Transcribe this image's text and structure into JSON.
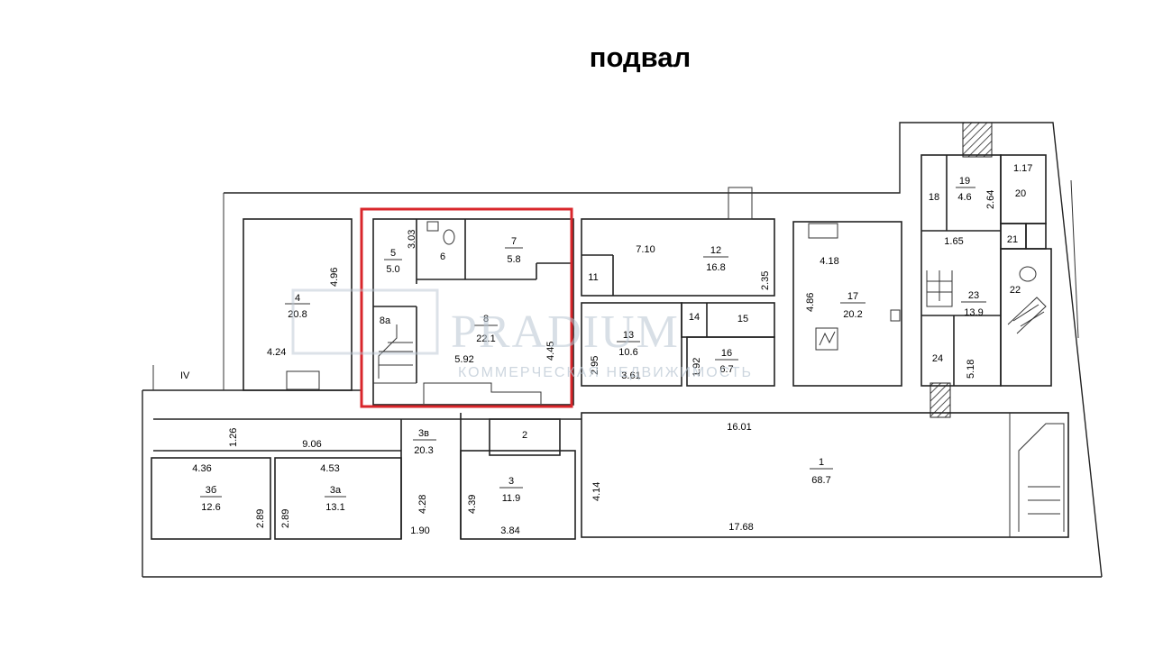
{
  "title": "подвал",
  "watermark": {
    "brand": "PRADIUM",
    "tagline": "КОММЕРЧЕСКАЯ НЕДВИЖИМОСТЬ"
  },
  "highlight_color": "#d9262b",
  "section_mark": "IV",
  "rooms": [
    {
      "id": "r5",
      "label": "5",
      "area": "5.0"
    },
    {
      "id": "r6",
      "label": "6",
      "area": ""
    },
    {
      "id": "r7",
      "label": "7",
      "area": "5.8"
    },
    {
      "id": "r8",
      "label": "8",
      "area": "22.1"
    },
    {
      "id": "r8a",
      "label": "8а",
      "area": ""
    },
    {
      "id": "r4",
      "label": "4",
      "area": "20.8"
    },
    {
      "id": "r11",
      "label": "11",
      "area": ""
    },
    {
      "id": "r12",
      "label": "12",
      "area": "16.8"
    },
    {
      "id": "r13",
      "label": "13",
      "area": "10.6"
    },
    {
      "id": "r14",
      "label": "14",
      "area": ""
    },
    {
      "id": "r15",
      "label": "15",
      "area": ""
    },
    {
      "id": "r16",
      "label": "16",
      "area": "6.7"
    },
    {
      "id": "r17",
      "label": "17",
      "area": "20.2"
    },
    {
      "id": "r18",
      "label": "18",
      "area": ""
    },
    {
      "id": "r19",
      "label": "19",
      "area": "4.6"
    },
    {
      "id": "r20",
      "label": "20",
      "area": ""
    },
    {
      "id": "r21",
      "label": "21",
      "area": ""
    },
    {
      "id": "r22",
      "label": "22",
      "area": ""
    },
    {
      "id": "r23",
      "label": "23",
      "area": "13.9"
    },
    {
      "id": "r24",
      "label": "24",
      "area": ""
    },
    {
      "id": "r3v",
      "label": "3в",
      "area": "20.3"
    },
    {
      "id": "r2",
      "label": "2",
      "area": ""
    },
    {
      "id": "r3",
      "label": "3",
      "area": "11.9"
    },
    {
      "id": "r3b",
      "label": "3б",
      "area": "12.6"
    },
    {
      "id": "r3a",
      "label": "3а",
      "area": "13.1"
    },
    {
      "id": "r1",
      "label": "1",
      "area": "68.7"
    }
  ],
  "dimensions": [
    "3.03",
    "4.96",
    "4.24",
    "5.92",
    "4.45",
    "7.10",
    "2.35",
    "4.18",
    "4.86",
    "1.65",
    "2.64",
    "1.17",
    "5.18",
    "2.95",
    "3.61",
    "1.92",
    "1.26",
    "9.06",
    "4.36",
    "4.53",
    "2.89",
    "2.89",
    "1.90",
    "4.28",
    "4.39",
    "3.84",
    "16.01",
    "4.14",
    "17.68"
  ]
}
